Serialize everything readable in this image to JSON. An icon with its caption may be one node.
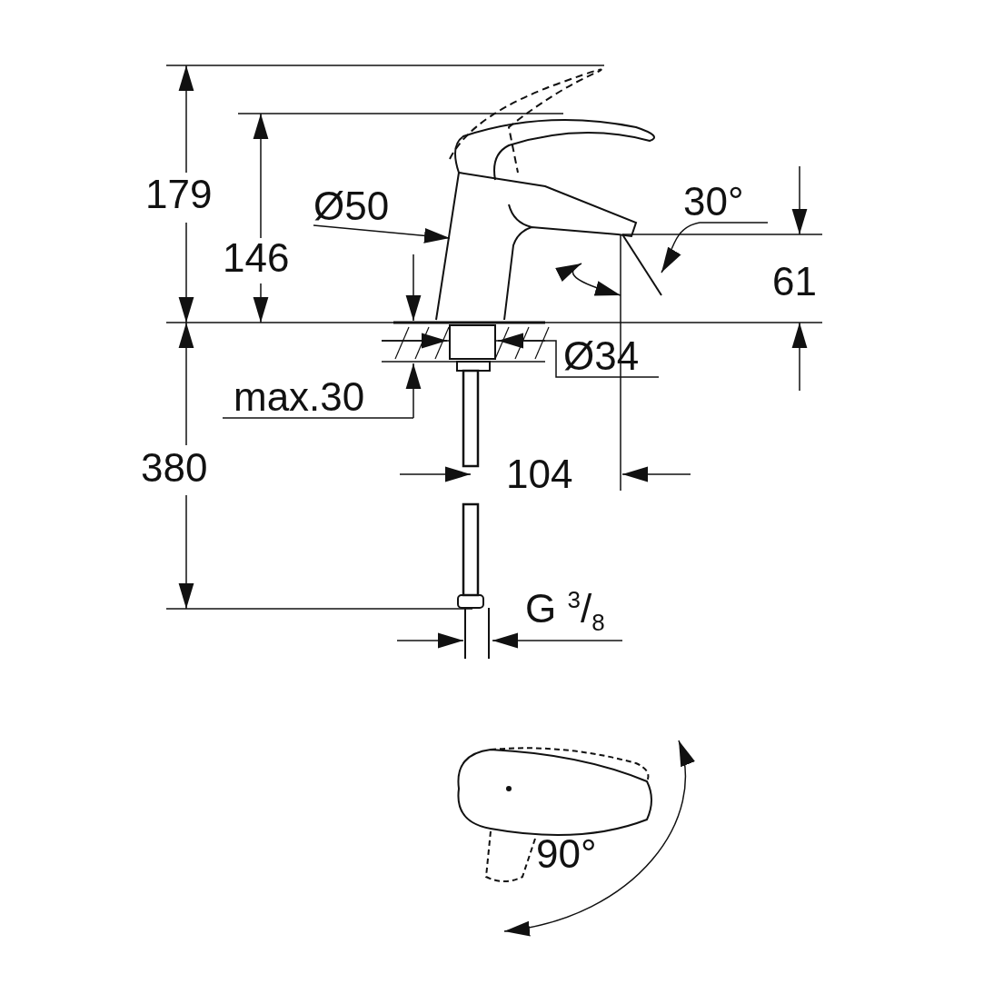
{
  "diagram": {
    "labels": [
      "179",
      "Ø50",
      "30°",
      "146",
      "61",
      "Ø34",
      "max.30",
      "380",
      "104",
      "G $^{3}$/$_{8}$",
      "90°"
    ]
  }
}
